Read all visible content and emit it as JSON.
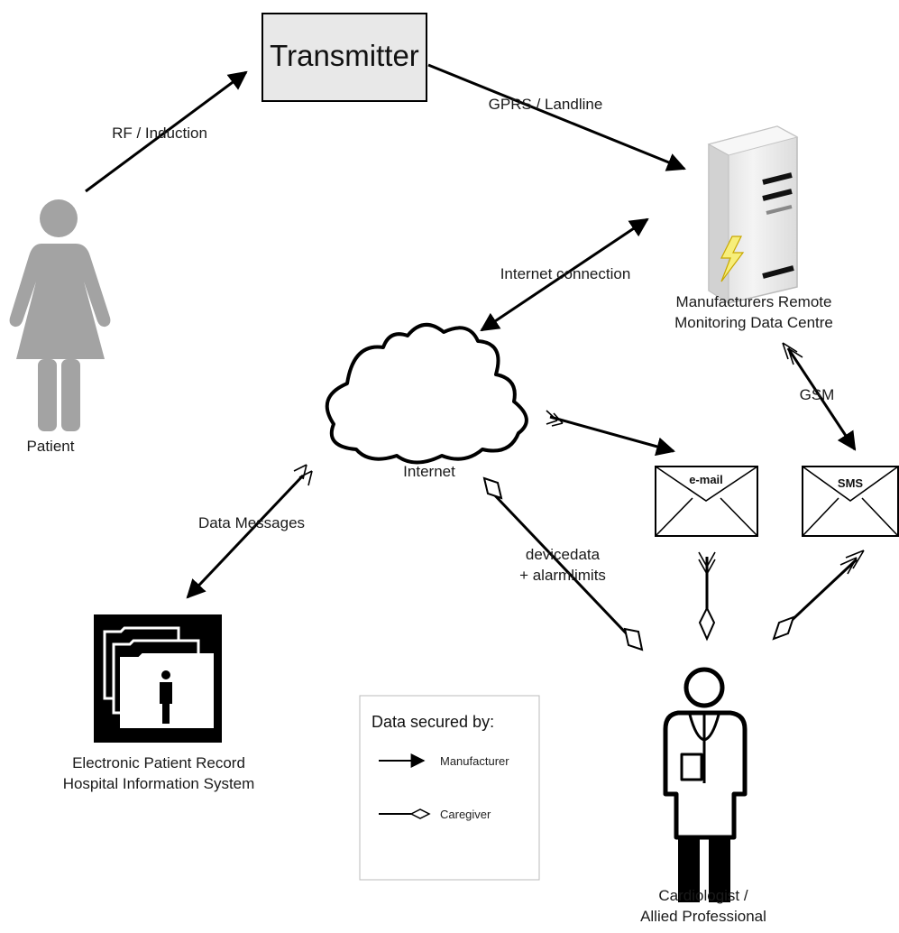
{
  "nodes": {
    "transmitter": "Transmitter",
    "patient": "Patient",
    "data_centre_line1": "Manufacturers Remote",
    "data_centre_line2": "Monitoring Data Centre",
    "internet": "Internet",
    "email": "e-mail",
    "sms": "SMS",
    "epr_line1": "Electronic Patient Record",
    "epr_line2": "Hospital Information System",
    "cardio_line1": "Cardiologist /",
    "cardio_line2": "Allied Professional"
  },
  "edges": {
    "rf": "RF / Induction",
    "gprs": "GPRS / Landline",
    "internet_connection": "Internet connection",
    "gsm": "GSM",
    "data_messages": "Data Messages",
    "devicedata_line1": "devicedata",
    "devicedata_line2": "+ alarmlimits"
  },
  "legend": {
    "title": "Data  secured by:",
    "manufacturer": "Manufacturer",
    "caregiver": "Caregiver"
  },
  "colors": {
    "patient_gray": "#a3a3a3",
    "server_light": "#eaeaea",
    "lightning_yellow": "#f7ee7a"
  }
}
